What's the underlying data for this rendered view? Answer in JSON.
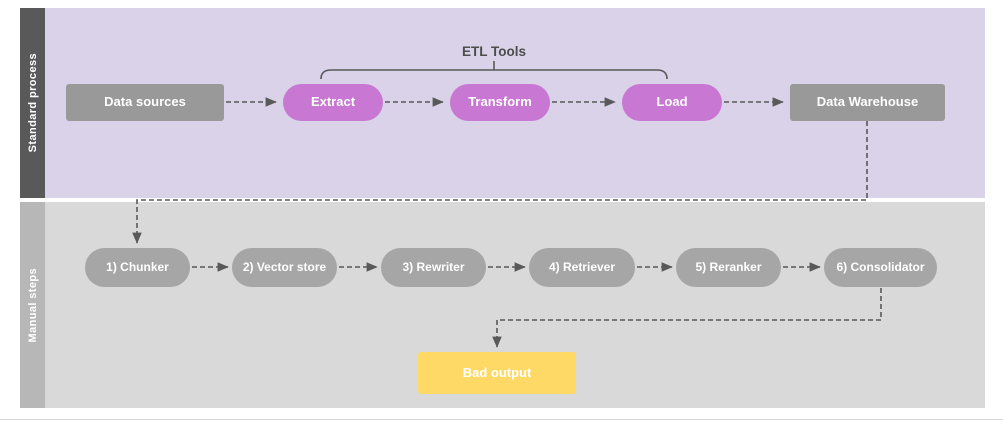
{
  "lanes": {
    "standard": {
      "label": "Standard process"
    },
    "manual": {
      "label": "Manual steps"
    }
  },
  "bracket": {
    "label": "ETL Tools"
  },
  "nodes": {
    "data_sources": {
      "label": "Data sources"
    },
    "extract": {
      "label": "Extract"
    },
    "transform": {
      "label": "Transform"
    },
    "load": {
      "label": "Load"
    },
    "data_warehouse": {
      "label": "Data Warehouse"
    },
    "chunker": {
      "label": "1) Chunker"
    },
    "vector_store": {
      "label": "2) Vector store"
    },
    "rewriter": {
      "label": "3) Rewriter"
    },
    "retriever": {
      "label": "4) Retriever"
    },
    "reranker": {
      "label": "5) Reranker"
    },
    "consolidator": {
      "label": "6) Consolidator"
    },
    "bad_output": {
      "label": "Bad output"
    }
  },
  "colors": {
    "lane1_header": "#595959",
    "lane1_body": "#d9d2e9",
    "lane2_header": "#b7b7b7",
    "lane2_body": "#d9d9d9",
    "gray_node": "#999999",
    "purple_node": "#c878d2",
    "pill_node": "#a6a6a6",
    "yellow_node": "#ffd966",
    "arrow": "#595959"
  }
}
